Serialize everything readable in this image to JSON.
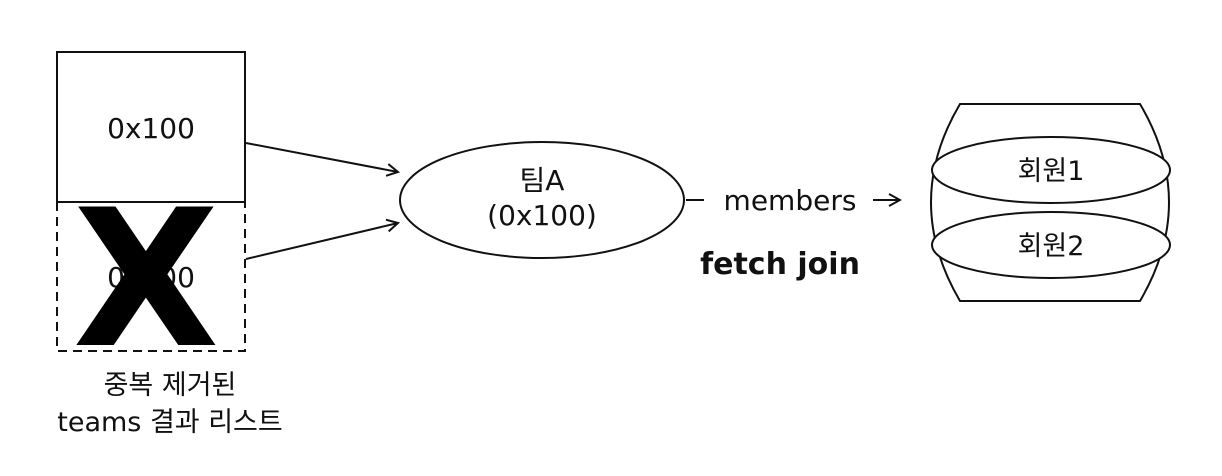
{
  "result_list": {
    "row1_address": "0x100",
    "row2_address": "0x100",
    "removed_mark": "X",
    "caption_line1": "중복 제거된",
    "caption_line2": "teams 결과 리스트"
  },
  "team": {
    "name": "팀A",
    "address": "(0x100)"
  },
  "association": {
    "label": "members",
    "join_type": "fetch join"
  },
  "members_collection": {
    "items": [
      "회원1",
      "회원2"
    ]
  },
  "colors": {
    "stroke": "#111111",
    "background": "#ffffff"
  }
}
